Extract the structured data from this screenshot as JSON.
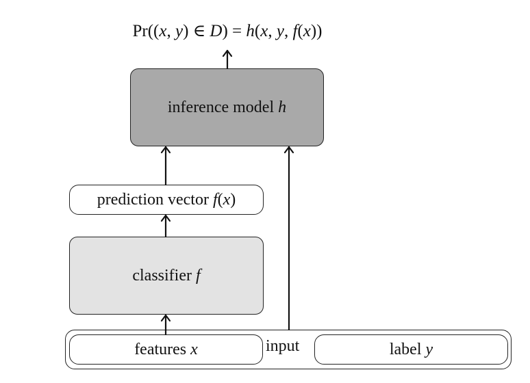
{
  "formula": {
    "prefix": "Pr((",
    "x1": "x",
    "comma1": ", ",
    "y1": "y",
    "mid": ") ∈ ",
    "D": "D",
    "eq": ") = ",
    "h": "h",
    "open": "(",
    "x2": "x",
    "comma2": ", ",
    "y2": "y",
    "comma3": ", ",
    "f": "f",
    "open2": "(",
    "x3": "x",
    "close": "))"
  },
  "inference_box": {
    "text": "inference model ",
    "var": "h",
    "fill": "#a9a9a9"
  },
  "prediction_box": {
    "text": "prediction vector ",
    "var": "f",
    "open": "(",
    "arg": "x",
    "close": ")"
  },
  "classifier_box": {
    "text": "classifier ",
    "var": "f",
    "fill": "#e3e3e3"
  },
  "features_box": {
    "text": "features ",
    "var": "x"
  },
  "input_label": "input",
  "label_box": {
    "text": "label ",
    "var": "y"
  }
}
